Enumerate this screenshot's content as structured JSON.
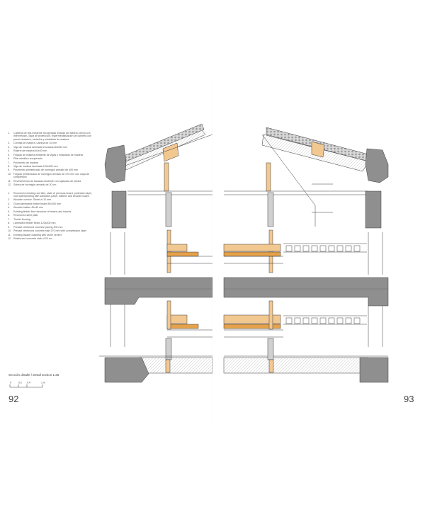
{
  "legend": {
    "block1": [
      {
        "num": "1.",
        "text": "Cubierta de teja existente recuperada. Estado del tablero previo a la intervención, capa de protección, impermeabilización de cubierta con panel sándwich, rastreles y entablado de madera"
      },
      {
        "num": "2.",
        "text": "Cornisa de madera. Lámina de 10 mm"
      },
      {
        "num": "3.",
        "text": "Viga de madera laminada encolada 80x200 mm"
      },
      {
        "num": "4.",
        "text": "Rastrel de madera 40x40 mm"
      },
      {
        "num": "5.",
        "text": "Forjado de madera existente de vigas y entablado de madera"
      },
      {
        "num": "6.",
        "text": "Pilar metálico recuperado"
      },
      {
        "num": "7.",
        "text": "Pavimento de madera"
      },
      {
        "num": "8.",
        "text": "Viga de madera laminada 120x200 mm"
      },
      {
        "num": "9.",
        "text": "Pavimento prefabricado de hormigón armado de 400 mm"
      },
      {
        "num": "10.",
        "text": "Forjado prefabricado de hormigón armado de 270 mm con capa de compresión"
      },
      {
        "num": "11.",
        "text": "Revestimiento de fachada existente con aplacado de piedra"
      },
      {
        "num": "12.",
        "text": "Solera de hormigón armado de 20 cm"
      }
    ],
    "block2": [
      {
        "num": "1.",
        "text": "Recovered existing roof tiles, state of previous board, protection layer, roof waterproofing with sandwich panel, battens and wooden board"
      },
      {
        "num": "2.",
        "text": "Wooden cornice. Sheet of 10 mm"
      },
      {
        "num": "3.",
        "text": "Glued laminated timber beam 80x200 mm"
      },
      {
        "num": "4.",
        "text": "Wooden batten 40x40 mm"
      },
      {
        "num": "5.",
        "text": "Existing timber floor structure of beams and boards"
      },
      {
        "num": "6.",
        "text": "Recovered steel pillar"
      },
      {
        "num": "7.",
        "text": "Timber flooring"
      },
      {
        "num": "8.",
        "text": "Laminated timber beam 120x200 mm"
      },
      {
        "num": "9.",
        "text": "Precast reinforced concrete paving 400 mm"
      },
      {
        "num": "10.",
        "text": "Precast reinforced concrete slab 270 mm with compression layer"
      },
      {
        "num": "11.",
        "text": "Existing facade cladding with stone veneer"
      },
      {
        "num": "12.",
        "text": "Reinforced concrete slab of 20 cm"
      }
    ]
  },
  "caption": "Sección detalle / Detail section 1:25",
  "scale": {
    "ticks": [
      "0",
      "0.2",
      "0.4",
      "1 m"
    ]
  },
  "page_numbers": {
    "left": "92",
    "right": "93"
  },
  "colors": {
    "wall": "#8f8f8f",
    "wall_dark": "#6e6e6e",
    "timber": "#f2c891",
    "line": "#3a3a3a",
    "hatch": "#b5b5b5"
  }
}
